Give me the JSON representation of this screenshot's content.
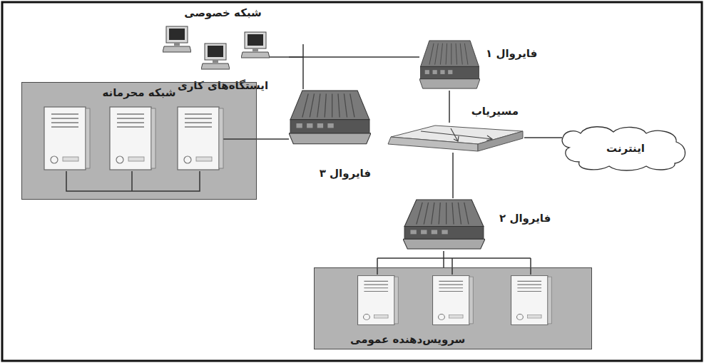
{
  "diagram": {
    "nodes": [
      {
        "text": [
          "شبکه خصوصی",
          "ایستگاه‌های کاری"
        ]
      },
      {
        "text": [
          "فایروال ۱"
        ]
      },
      {
        "text": [
          "شبکه محرمانه"
        ]
      },
      {
        "text": [
          "فایروال ۳"
        ]
      },
      {
        "text": [
          "مسیریاب"
        ]
      },
      {
        "text": [
          "اینترنت"
        ]
      },
      {
        "text": [
          "فایروال ۲"
        ]
      },
      {
        "text": [
          "سرویس‌دهنده عمومی"
        ]
      }
    ],
    "edges": [
      {
        "from": 0,
        "to": 1,
        "arrow": "none"
      },
      {
        "from": 0,
        "to": 3,
        "arrow": "none"
      },
      {
        "from": 3,
        "to": 2,
        "arrow": "none"
      },
      {
        "from": 1,
        "to": 4,
        "arrow": "none"
      },
      {
        "from": 4,
        "to": 5,
        "arrow": "none"
      },
      {
        "from": 4,
        "to": 6,
        "arrow": "none"
      },
      {
        "from": 6,
        "to": 7,
        "arrow": "none"
      }
    ]
  }
}
